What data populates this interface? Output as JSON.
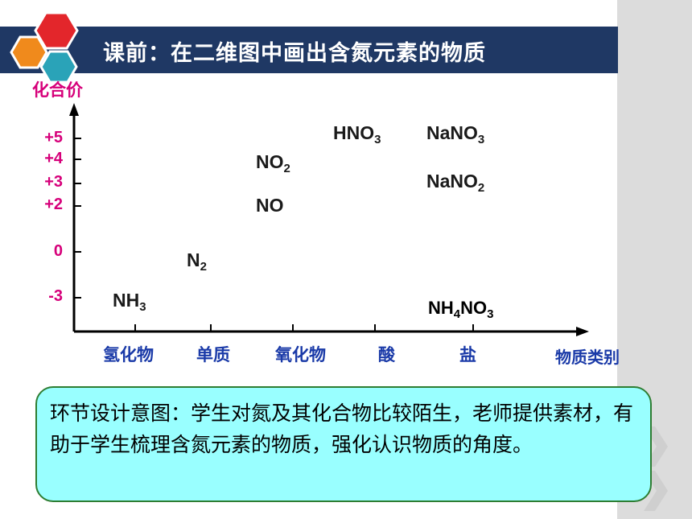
{
  "header": {
    "title": "课前：在二维图中画出含氮元素的物质"
  },
  "chart": {
    "y_axis_title": "化合价",
    "x_axis_title": "物质类别",
    "y_ticks": [
      "+5",
      "+4",
      "+3",
      "+2",
      "0",
      "-3"
    ],
    "categories": [
      "氢化物",
      "单质",
      "氧化物",
      "酸",
      "盐"
    ]
  },
  "chart_data": {
    "type": "scatter",
    "categories": [
      "氢化物",
      "单质",
      "氧化物",
      "酸",
      "盐"
    ],
    "y_ticks": [
      5,
      4,
      3,
      2,
      0,
      -3
    ],
    "points": [
      {
        "label": "NH3",
        "category": "氢化物",
        "y": -3
      },
      {
        "label": "N2",
        "category": "单质",
        "y": 0
      },
      {
        "label": "NO",
        "category": "氧化物",
        "y": 2
      },
      {
        "label": "NO2",
        "category": "氧化物",
        "y": 4
      },
      {
        "label": "HNO3",
        "category": "酸",
        "y": 5
      },
      {
        "label": "NaNO3",
        "category": "盐",
        "y": 5
      },
      {
        "label": "NaNO2",
        "category": "盐",
        "y": 3
      },
      {
        "label": "NH4NO3",
        "category": "盐",
        "y": -3
      }
    ],
    "ylabel": "化合价",
    "xlabel": "物质类别"
  },
  "formulas": {
    "nh3": {
      "base": "NH",
      "sub": "3"
    },
    "n2": {
      "base": "N",
      "sub": "2"
    },
    "no": {
      "base": "NO"
    },
    "no2": {
      "base": "NO",
      "sub": "2"
    },
    "hno3": {
      "base": "HNO",
      "sub": "3"
    },
    "nano3": {
      "base": "NaNO",
      "sub": "3"
    },
    "nano2": {
      "base": "NaNO",
      "sub": "2"
    },
    "nh4no3": {
      "a": "NH",
      "sub1": "4",
      "b": "NO",
      "sub2": "3"
    }
  },
  "note": {
    "text": "环节设计意图：学生对氮及其化合物比较陌生，老师提供素材，有助于学生梳理含氮元素的物质，强化认识物质的角度。"
  },
  "colors": {
    "title_bar": "#1f3864",
    "axis_label": "#d6007a",
    "category_label": "#1a3aa8",
    "note_bg": "#99ffff",
    "hex_red": "#e3262b",
    "hex_orange": "#f08a1c",
    "hex_teal": "#2aa3b8"
  }
}
